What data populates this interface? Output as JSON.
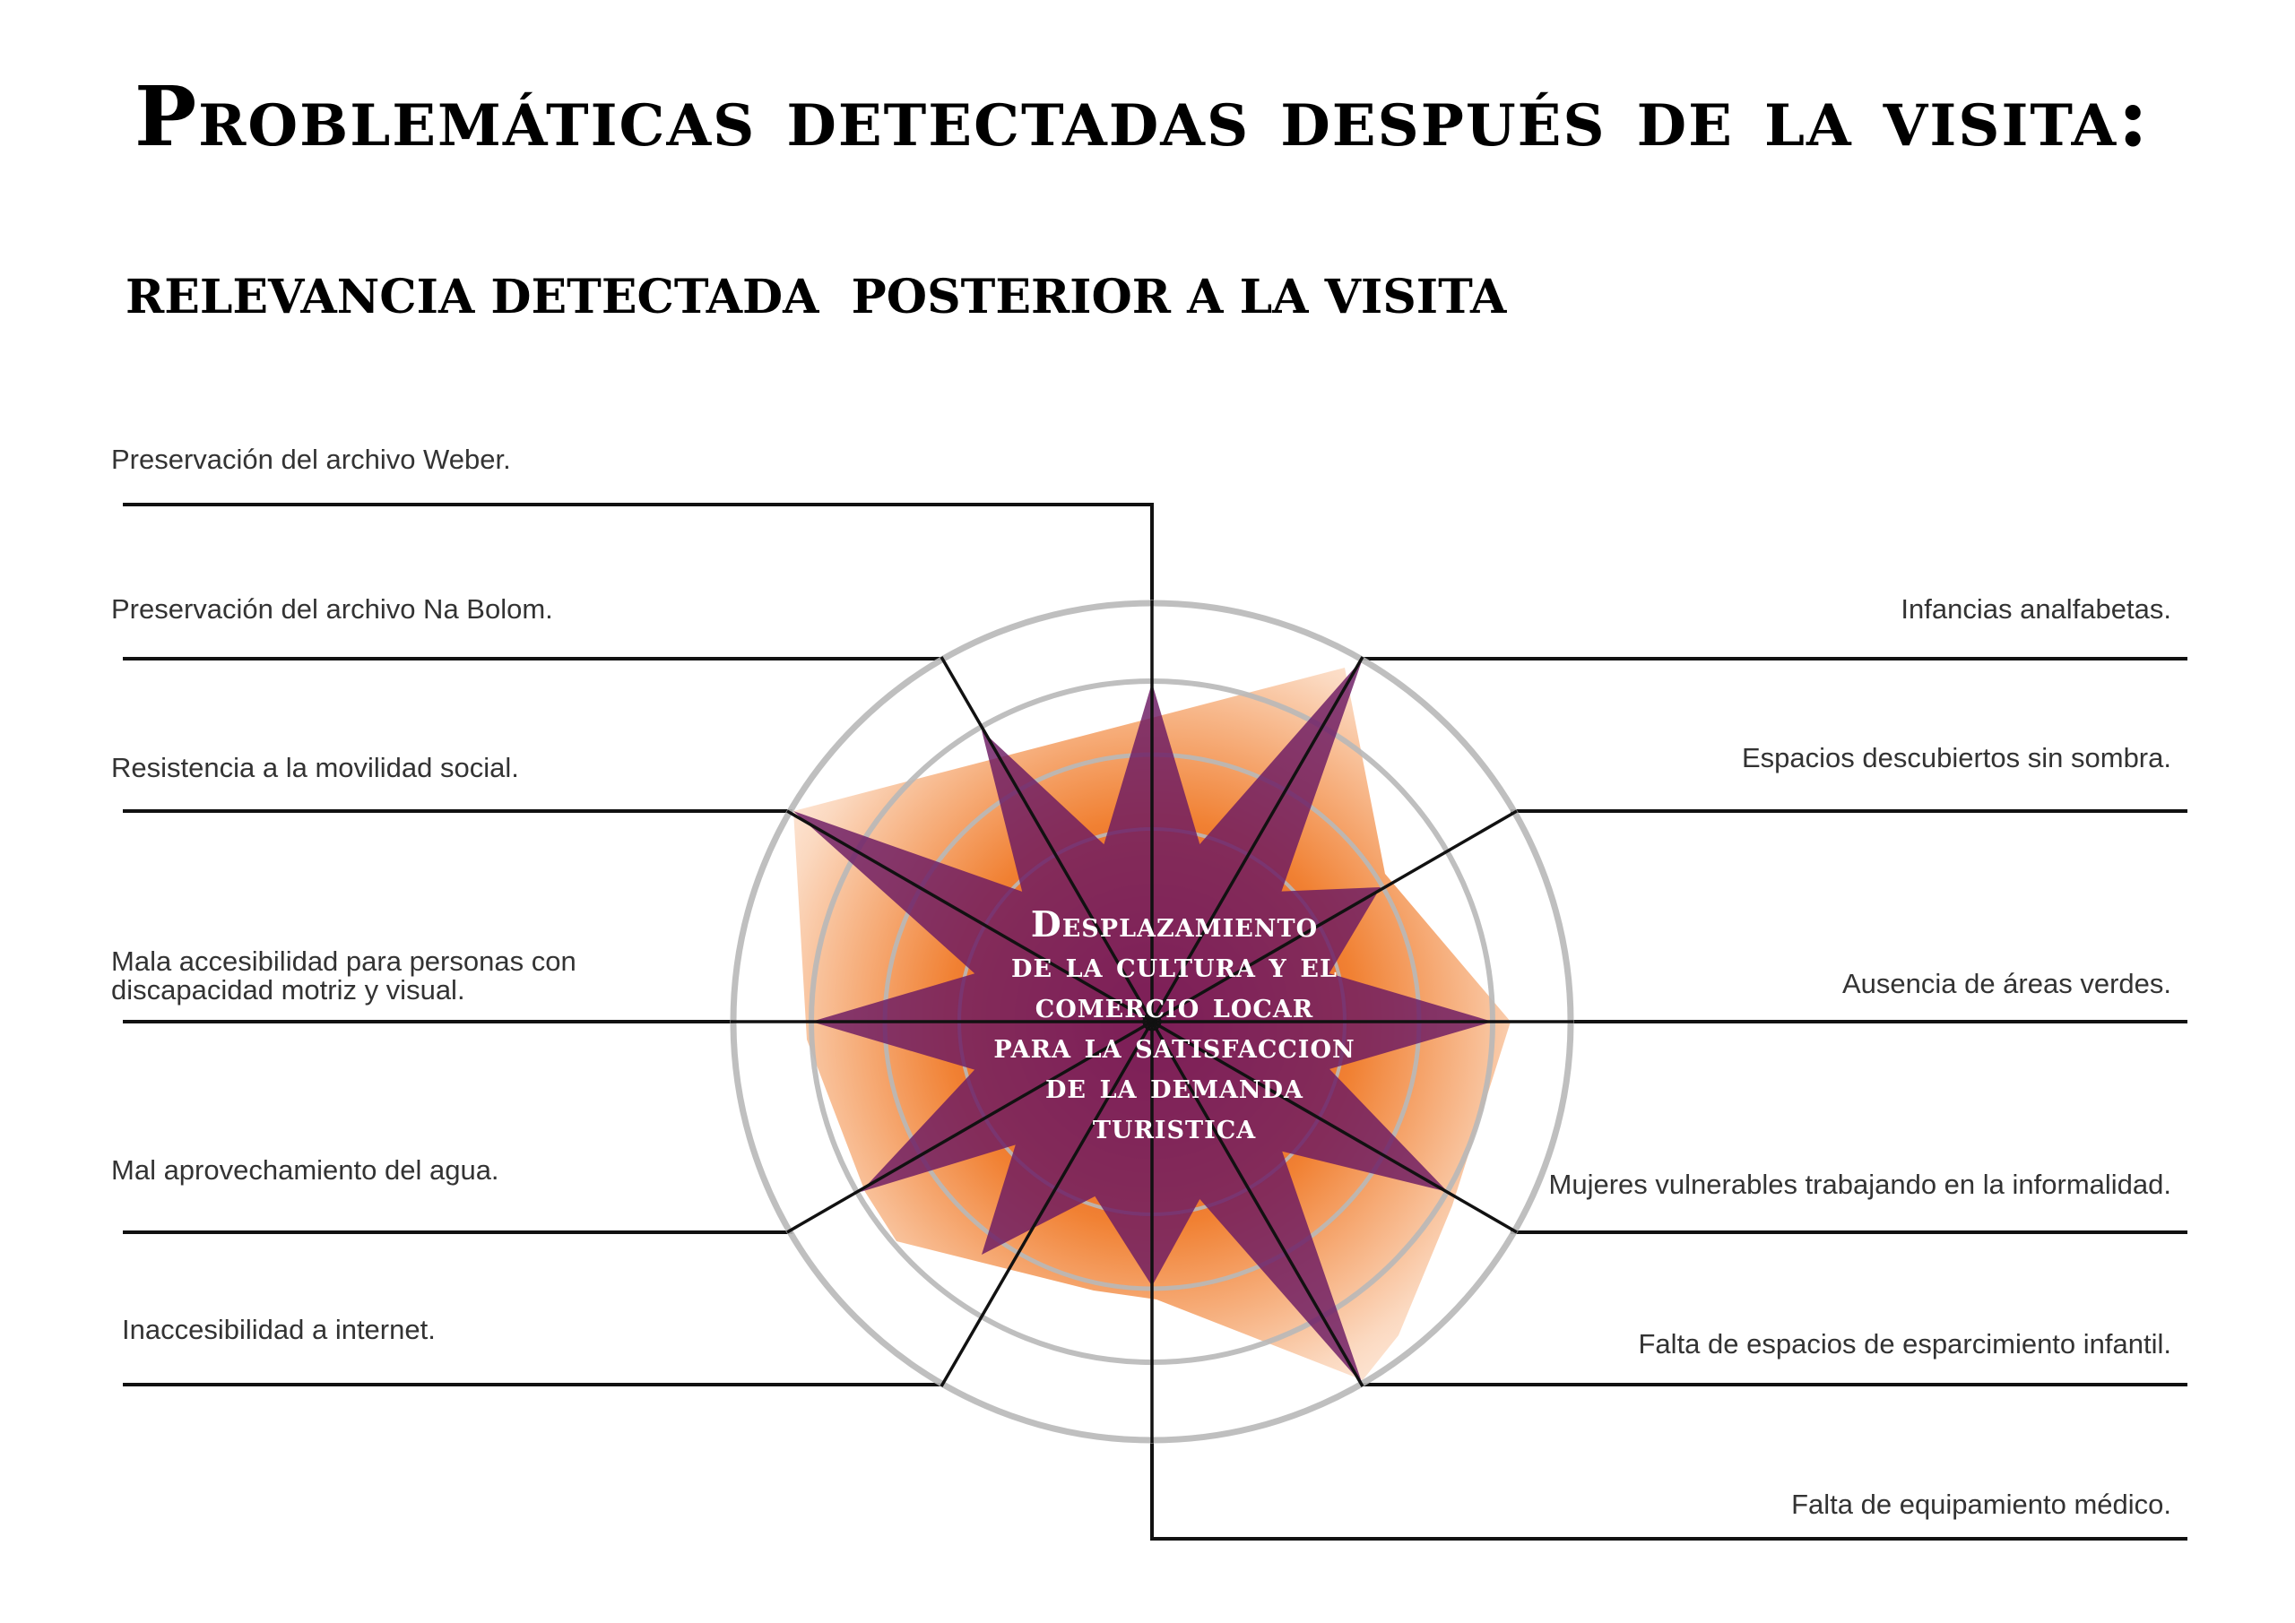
{
  "title": "Problemáticas detectadas después de la visita:",
  "subtitle": "RELEVANCIA DETECTADA  POSTERIOR A LA VISITA",
  "center": "Desplazamiento\nde la cultura y el\ncomercio locar\npara la satisfaccion\nde la demanda\nturistica",
  "left_items": [
    "Preservación del archivo Weber.",
    "Preservación del archivo Na Bolom.",
    "Resistencia a la movilidad social.",
    "Mala accesibilidad para personas con\ndiscapacidad motriz y visual.",
    "Mal aprovechamiento del agua.",
    "Inaccesibilidad a internet."
  ],
  "right_items": [
    "Infancias analfabetas.",
    "Espacios descubiertos sin sombra.",
    "Ausencia de áreas verdes.",
    "Mujeres vulnerables trabajando en la informalidad.",
    "Falta de espacios de esparcimiento infantil.",
    "Falta de equipamiento médico."
  ],
  "colors": {
    "star": "#6b1a63",
    "glow_core": "#c8281c",
    "glow_mid": "#f07a28",
    "glow_edge": "#fbd7bd",
    "ring": "#b8b8b8",
    "line": "#111111"
  }
}
